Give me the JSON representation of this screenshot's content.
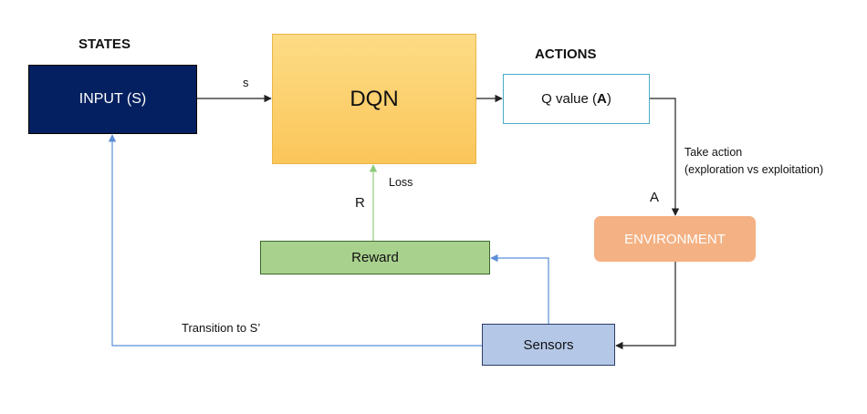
{
  "headings": {
    "states": "STATES",
    "actions": "ACTIONS"
  },
  "nodes": {
    "input": {
      "label": "INPUT (S)",
      "color": "#052060"
    },
    "dqn": {
      "label": "DQN",
      "color": "#FCCF6E"
    },
    "q_value": {
      "prefix": "Q value (",
      "bold": "A",
      "suffix": ")",
      "border": "#4BACC6"
    },
    "environment": {
      "label": "ENVIRONMENT",
      "color": "#F4B183"
    },
    "reward": {
      "label": "Reward",
      "color": "#A9D18E"
    },
    "sensors": {
      "label": "Sensors",
      "color": "#B4C7E7"
    }
  },
  "edge_labels": {
    "s": "s",
    "take_action_1": "Take action",
    "take_action_2": "(exploration vs exploitation)",
    "a": "A",
    "loss": "Loss",
    "r": "R",
    "transition": "Transition to S’"
  },
  "colors": {
    "dark_arrow": "#222222",
    "green_arrow": "#8FCB7C",
    "blue_arrow": "#5B8FD6"
  }
}
